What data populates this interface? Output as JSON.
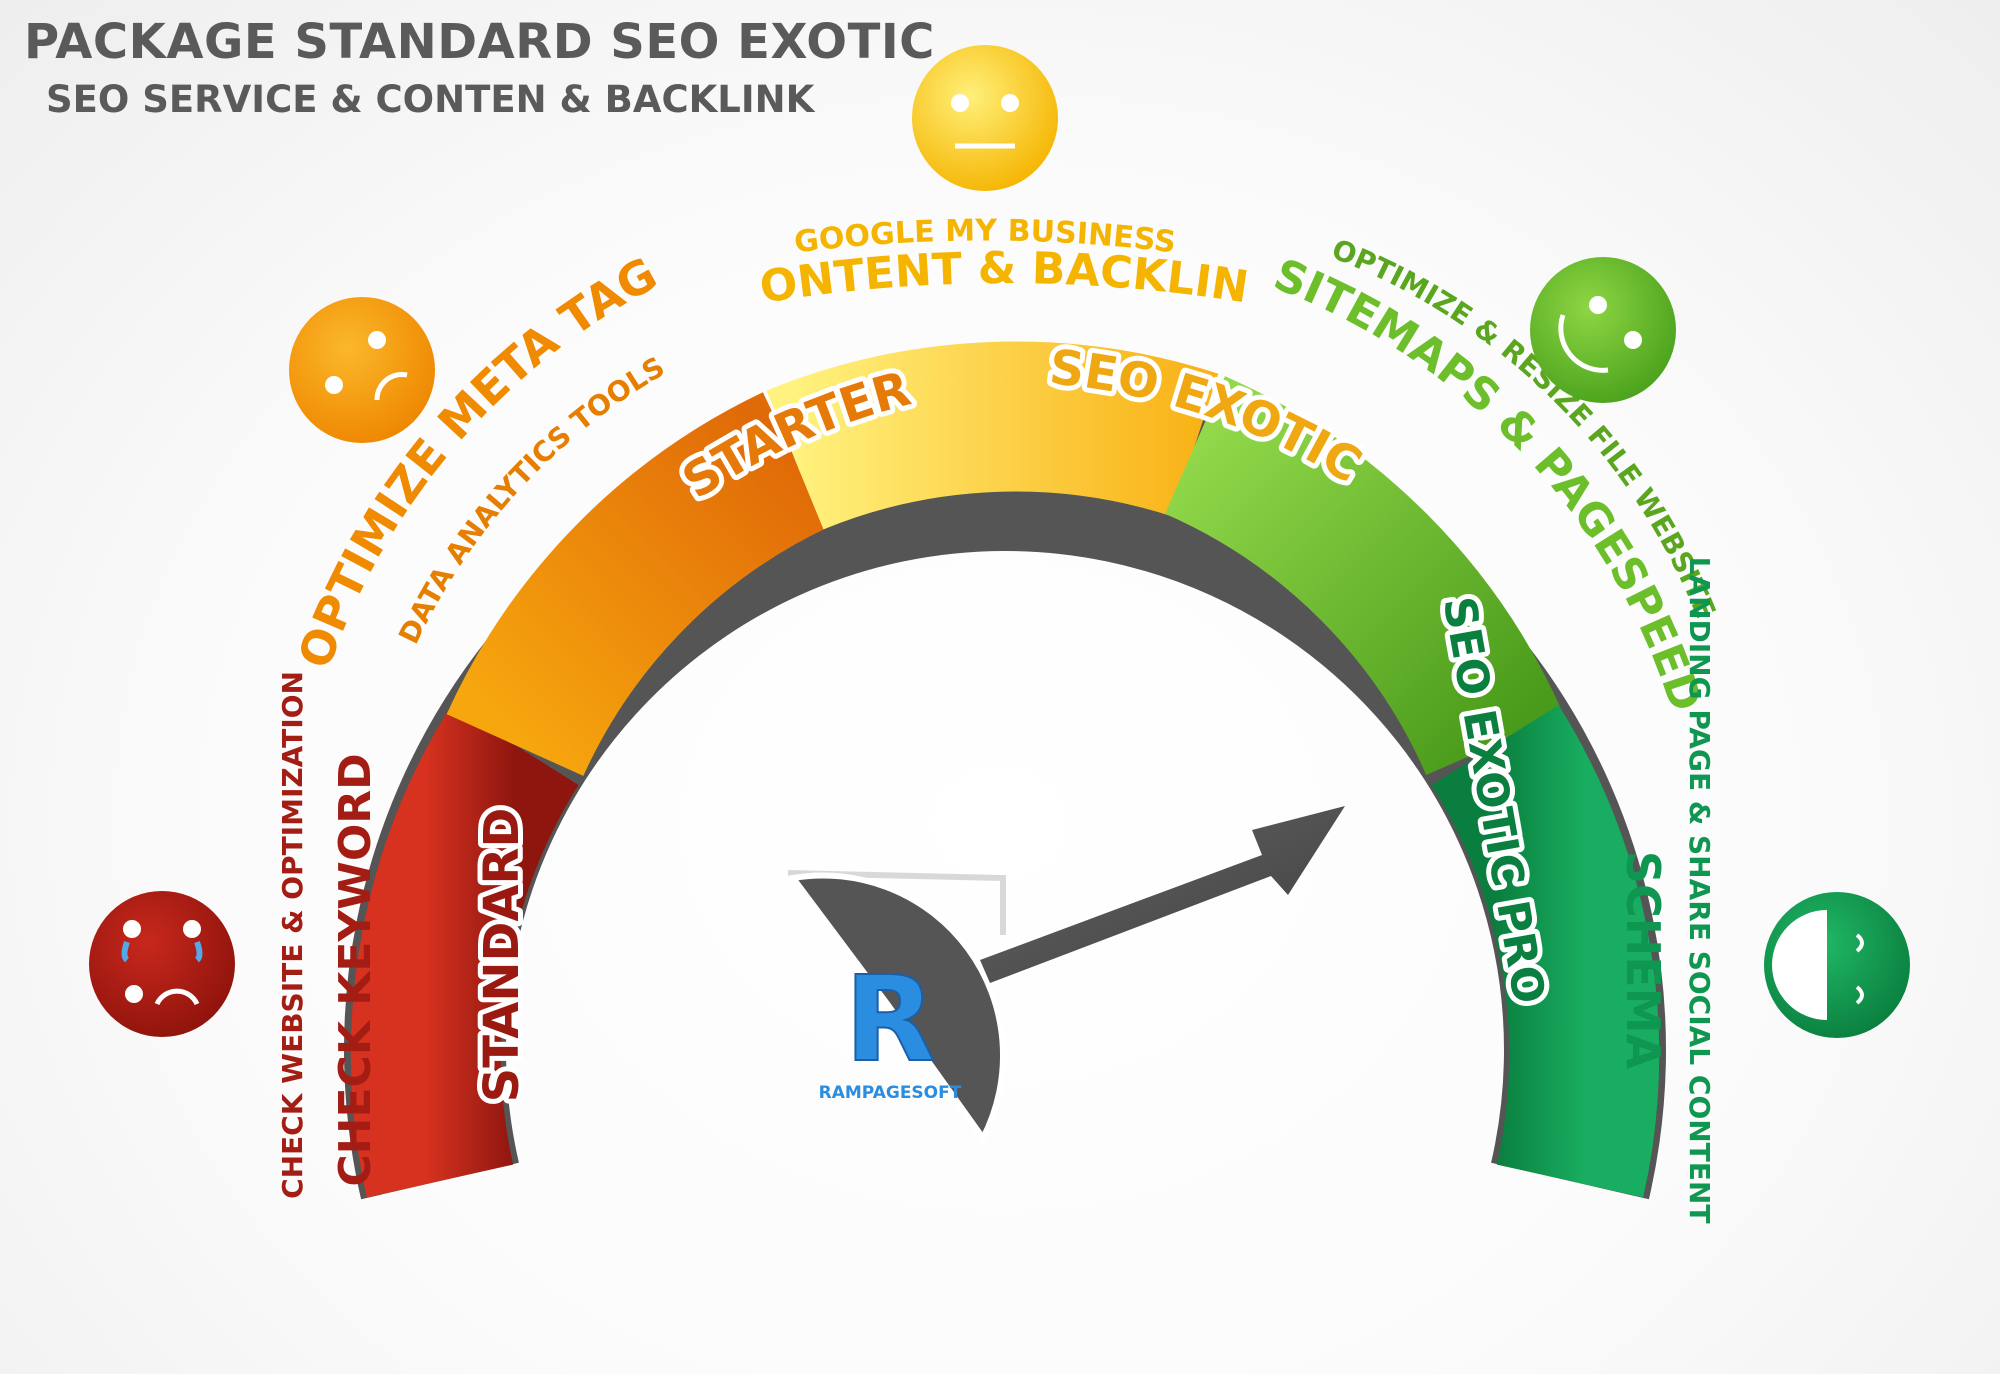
{
  "header": {
    "title": "PACKAGE STANDARD SEO EXOTIC",
    "subtitle": "SEO SERVICE & CONTEN & BACKLINK"
  },
  "segments": [
    {
      "id": "standard",
      "label": "STANDARD",
      "color_from": "#d6321f",
      "color_to": "#8e160f"
    },
    {
      "id": "starter",
      "label": "STARTER",
      "color_from": "#f39a12",
      "color_to": "#e06a08"
    },
    {
      "id": "seo-exotic",
      "label": "SEO EXOTIC",
      "color_from": "#fff07a",
      "color_to": "#f9b318"
    },
    {
      "id": "seo-exotic-green",
      "label": "",
      "color_from": "#8ed644",
      "color_to": "#4a9b1b"
    },
    {
      "id": "seo-exotic-pro",
      "label": "SEO EXOTIC PRO",
      "color_from": "#17a85c",
      "color_to": "#0a7a3c"
    }
  ],
  "features": {
    "check_website": "CHECK WEBSITE & OPTIMIZATION",
    "check_keyword": "CHECK KEYWORD",
    "data_analytics": "DATA ANALYTICS TOOLS",
    "optimize_meta": "OPTIMIZE META TAG",
    "google_my_business": "GOOGLE MY BUSINESS",
    "content_backlink": "CONTENT & BACKLINK",
    "optimize_resize": "OPTIMIZE & RESIZE FILE WEBSITE",
    "sitemaps": "SITEMAPS & PAGESPEED",
    "landing_page": "LANDING PAGE & SHARE SOCIAL CONTENT",
    "schema": "SCHEMA"
  },
  "colors": {
    "red": "#a41d14",
    "orange": "#f08a00",
    "yellow": "#f5b400",
    "lime": "#6cbf2a",
    "green": "#0f9650",
    "needle": "#555555",
    "title": "#5a5a5a",
    "logo_blue": "#2b8de0"
  },
  "faces": [
    "crying-face",
    "sad-face",
    "neutral-face",
    "smile-face",
    "laughing-face"
  ],
  "logo": {
    "letter": "R",
    "name": "RAMPAGESOFT"
  }
}
